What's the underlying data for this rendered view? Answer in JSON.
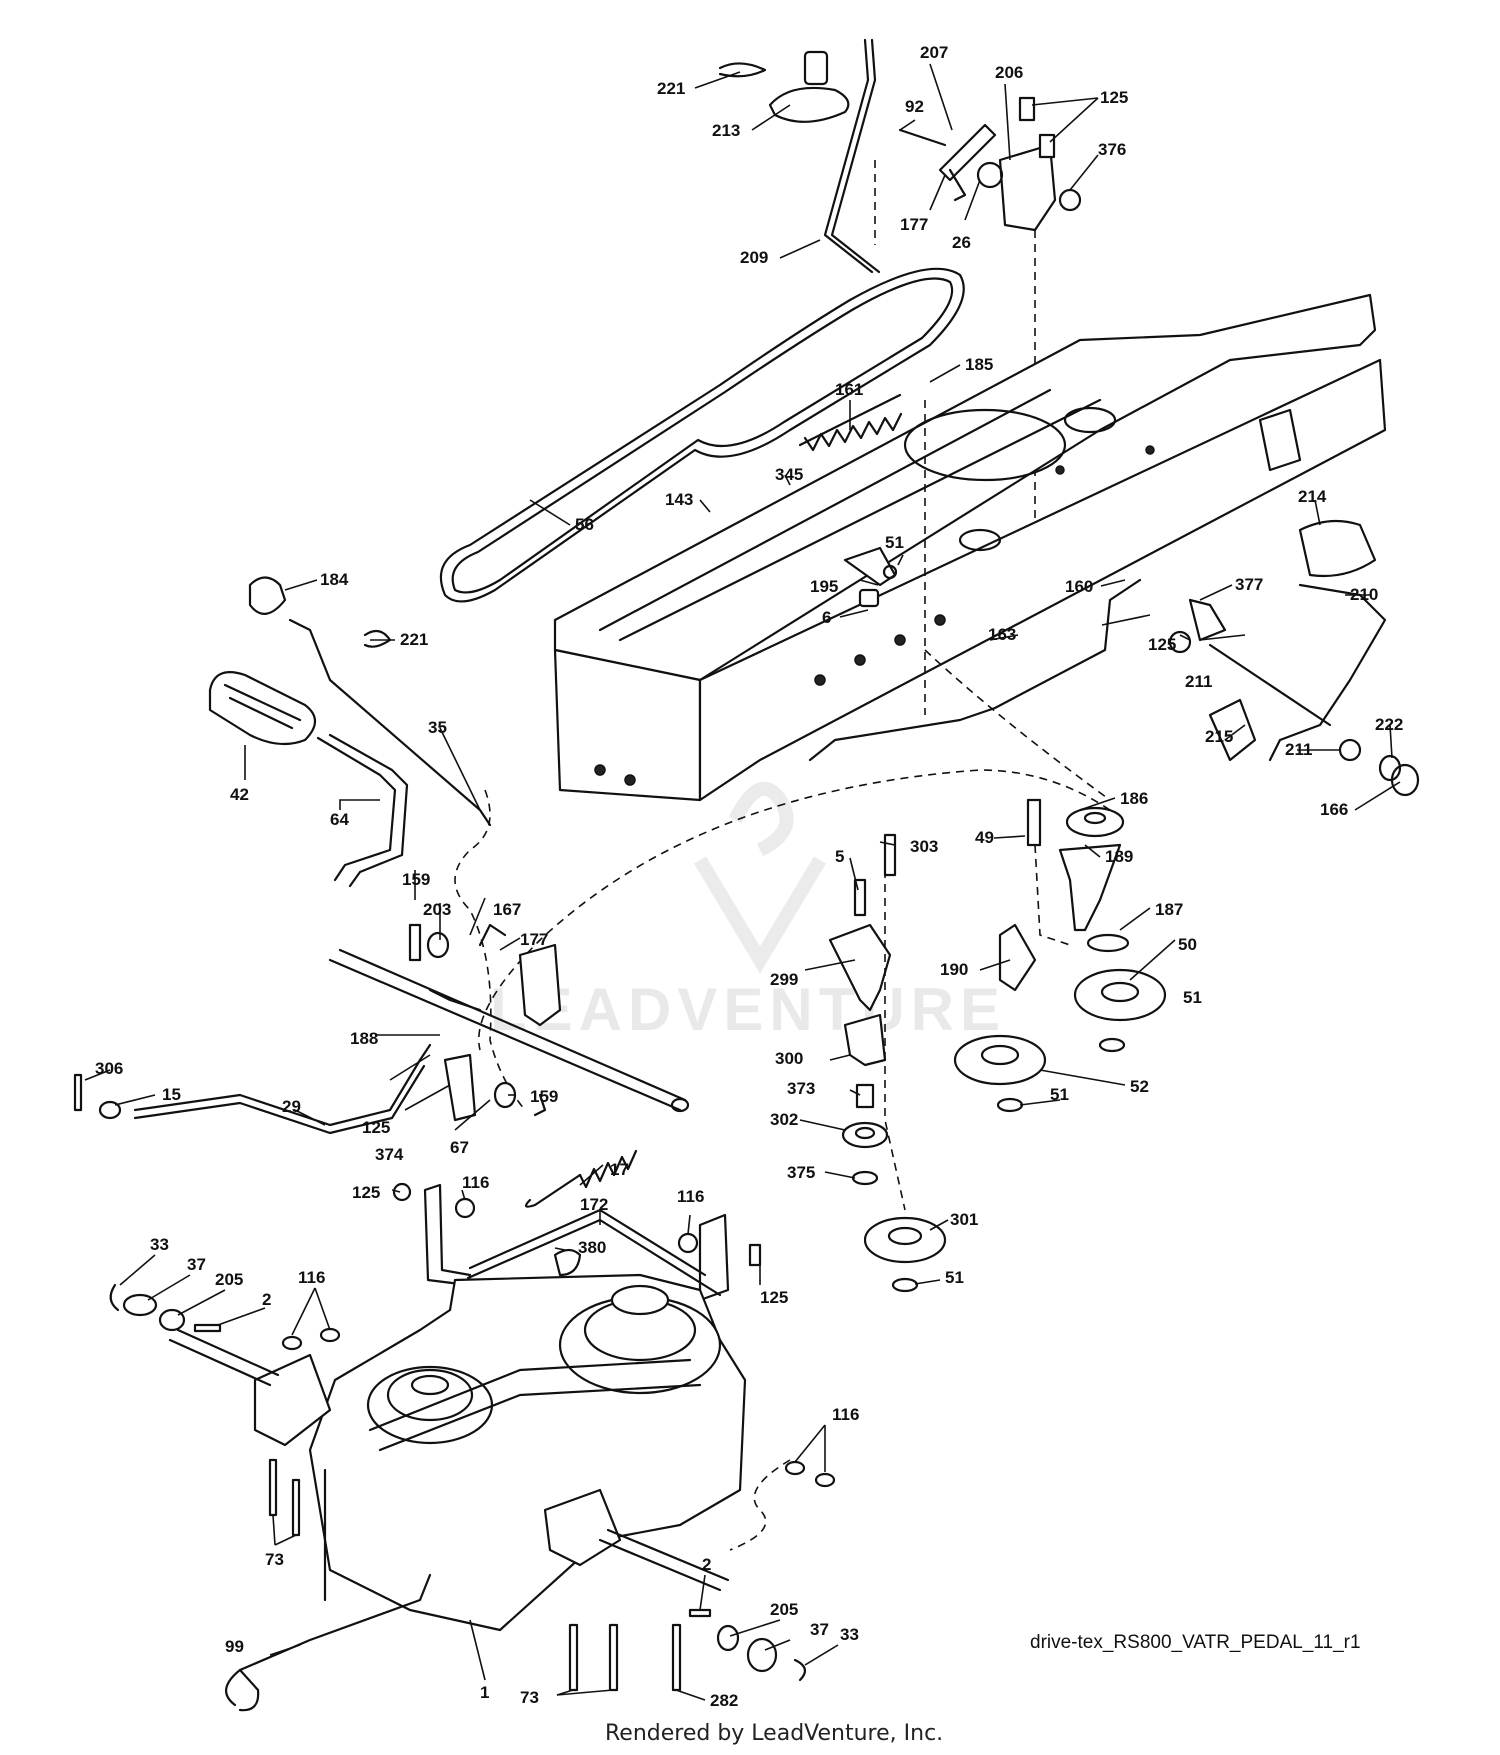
{
  "diagram_id": "drive-tex_RS800_VATR_PEDAL_11_r1",
  "footer_text": "Rendered by LeadVenture, Inc.",
  "watermark": "LEADVENTURE",
  "callouts": [
    {
      "id": "c221a",
      "label": "221"
    },
    {
      "id": "c213",
      "label": "213"
    },
    {
      "id": "c207",
      "label": "207"
    },
    {
      "id": "c206",
      "label": "206"
    },
    {
      "id": "c125a",
      "label": "125"
    },
    {
      "id": "c92",
      "label": "92"
    },
    {
      "id": "c376",
      "label": "376"
    },
    {
      "id": "c177a",
      "label": "177"
    },
    {
      "id": "c26",
      "label": "26"
    },
    {
      "id": "c209",
      "label": "209"
    },
    {
      "id": "c185",
      "label": "185"
    },
    {
      "id": "c161",
      "label": "161"
    },
    {
      "id": "c345",
      "label": "345"
    },
    {
      "id": "c143",
      "label": "143"
    },
    {
      "id": "c56",
      "label": "56"
    },
    {
      "id": "c214",
      "label": "214"
    },
    {
      "id": "c51a",
      "label": "51"
    },
    {
      "id": "c195",
      "label": "195"
    },
    {
      "id": "c160",
      "label": "160"
    },
    {
      "id": "c377",
      "label": "377"
    },
    {
      "id": "c210",
      "label": "210"
    },
    {
      "id": "c184",
      "label": "184"
    },
    {
      "id": "c6",
      "label": "6"
    },
    {
      "id": "c163",
      "label": "163"
    },
    {
      "id": "c125b",
      "label": "125"
    },
    {
      "id": "c211a",
      "label": "211"
    },
    {
      "id": "c221b",
      "label": "221"
    },
    {
      "id": "c35",
      "label": "35"
    },
    {
      "id": "c222",
      "label": "222"
    },
    {
      "id": "c215",
      "label": "215"
    },
    {
      "id": "c211b",
      "label": "211"
    },
    {
      "id": "c42",
      "label": "42"
    },
    {
      "id": "c166",
      "label": "166"
    },
    {
      "id": "c64",
      "label": "64"
    },
    {
      "id": "c186",
      "label": "186"
    },
    {
      "id": "c49",
      "label": "49"
    },
    {
      "id": "c303",
      "label": "303"
    },
    {
      "id": "c189",
      "label": "189"
    },
    {
      "id": "c5",
      "label": "5"
    },
    {
      "id": "c159a",
      "label": "159"
    },
    {
      "id": "c203",
      "label": "203"
    },
    {
      "id": "c167",
      "label": "167"
    },
    {
      "id": "c187",
      "label": "187"
    },
    {
      "id": "c177b",
      "label": "177"
    },
    {
      "id": "c50",
      "label": "50"
    },
    {
      "id": "c299",
      "label": "299"
    },
    {
      "id": "c190",
      "label": "190"
    },
    {
      "id": "c51b",
      "label": "51"
    },
    {
      "id": "c188",
      "label": "188"
    },
    {
      "id": "c300",
      "label": "300"
    },
    {
      "id": "c373",
      "label": "373"
    },
    {
      "id": "c52",
      "label": "52"
    },
    {
      "id": "c306",
      "label": "306"
    },
    {
      "id": "c51c",
      "label": "51"
    },
    {
      "id": "c15",
      "label": "15"
    },
    {
      "id": "c159b",
      "label": "159"
    },
    {
      "id": "c29",
      "label": "29"
    },
    {
      "id": "c125c",
      "label": "125"
    },
    {
      "id": "c302",
      "label": "302"
    },
    {
      "id": "c374",
      "label": "374"
    },
    {
      "id": "c67",
      "label": "67"
    },
    {
      "id": "c17",
      "label": "17"
    },
    {
      "id": "c375",
      "label": "375"
    },
    {
      "id": "c125d",
      "label": "125"
    },
    {
      "id": "c116a",
      "label": "116"
    },
    {
      "id": "c172",
      "label": "172"
    },
    {
      "id": "c116b",
      "label": "116"
    },
    {
      "id": "c301",
      "label": "301"
    },
    {
      "id": "c380",
      "label": "380"
    },
    {
      "id": "c33a",
      "label": "33"
    },
    {
      "id": "c37a",
      "label": "37"
    },
    {
      "id": "c51d",
      "label": "51"
    },
    {
      "id": "c205a",
      "label": "205"
    },
    {
      "id": "c116c",
      "label": "116"
    },
    {
      "id": "c125e",
      "label": "125"
    },
    {
      "id": "c2a",
      "label": "2"
    },
    {
      "id": "c116d",
      "label": "116"
    },
    {
      "id": "c73a",
      "label": "73"
    },
    {
      "id": "c2b",
      "label": "2"
    },
    {
      "id": "c99",
      "label": "99"
    },
    {
      "id": "c205b",
      "label": "205"
    },
    {
      "id": "c37b",
      "label": "37"
    },
    {
      "id": "c33b",
      "label": "33"
    },
    {
      "id": "c1",
      "label": "1"
    },
    {
      "id": "c73b",
      "label": "73"
    },
    {
      "id": "c282",
      "label": "282"
    }
  ]
}
